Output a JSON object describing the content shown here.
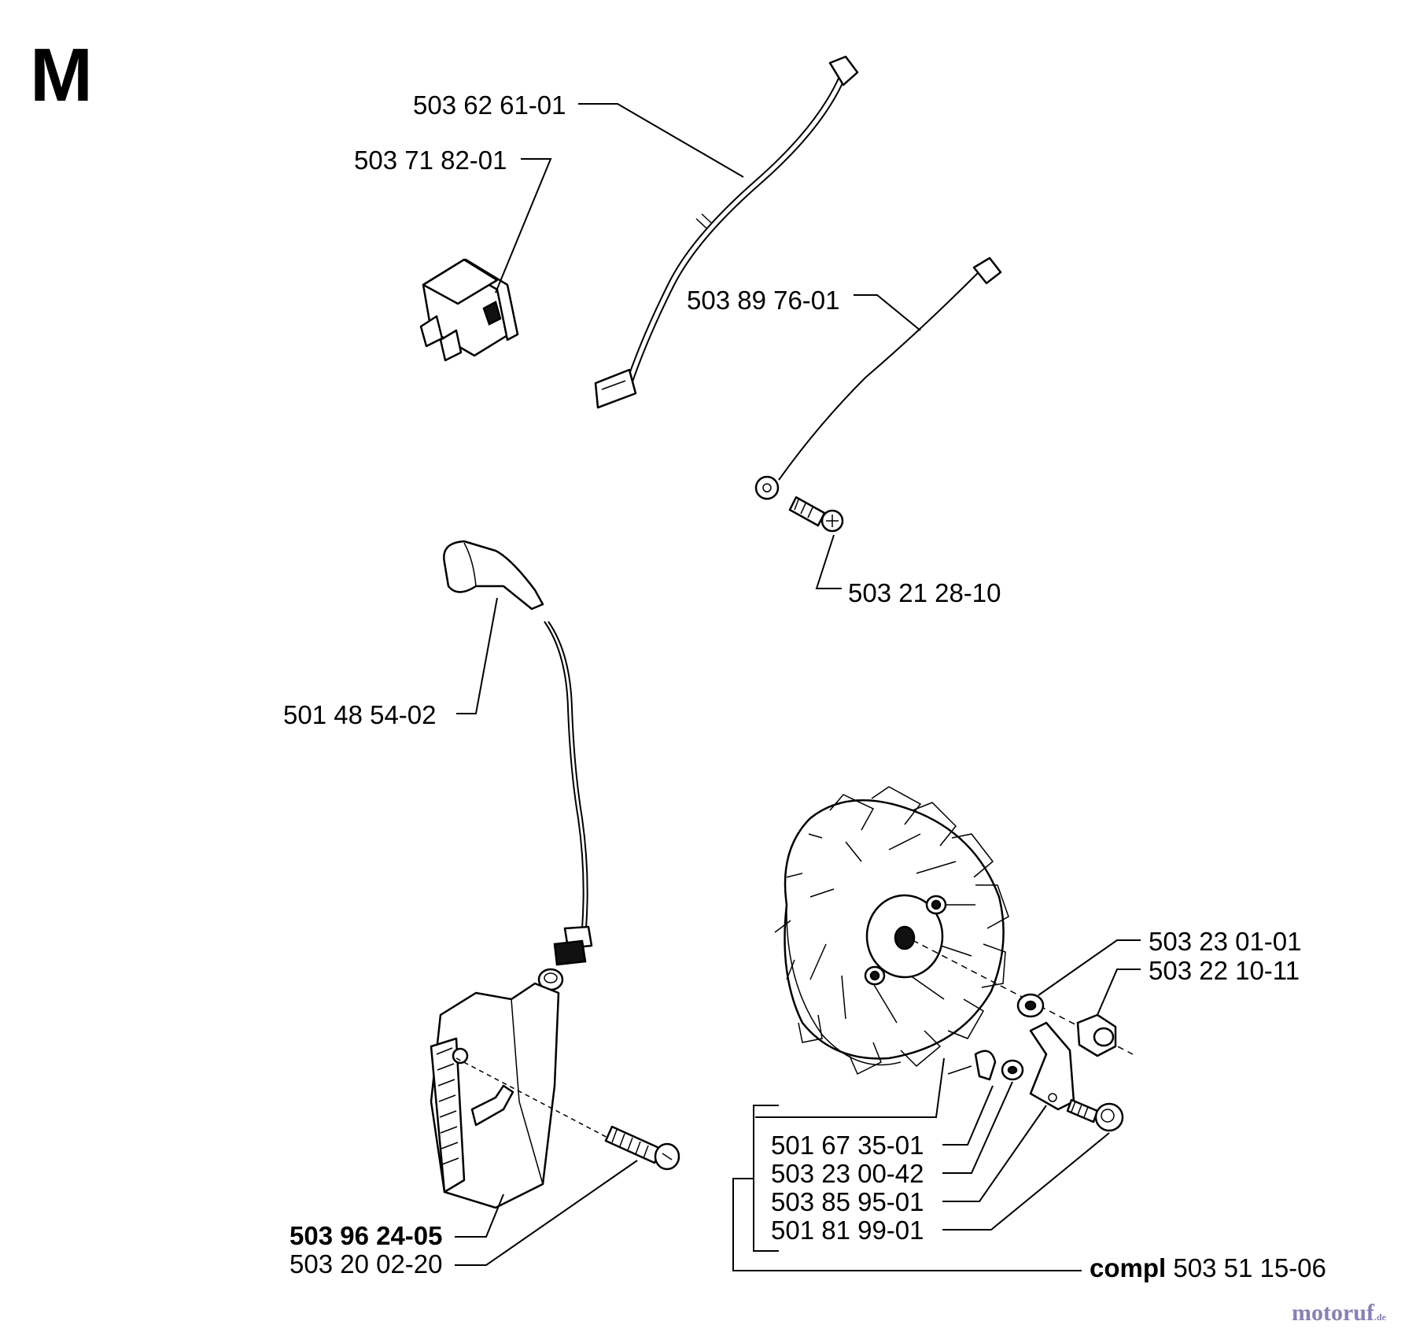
{
  "section_letter": "M",
  "parts": {
    "wire_upper": "503 62 61-01",
    "switch": "503 71 82-01",
    "wire_right": "503 89 76-01",
    "screw_small": "503 21 28-10",
    "plug_cap": "501 48 54-02",
    "washer": "503 23 01-01",
    "nut": "503 22 10-11",
    "key": "501 67 35-01",
    "washer_small": "503 23 00-42",
    "pawl": "503 85 95-01",
    "pawl_screw": "501 81 99-01",
    "ignition_module": "503 96 24-05",
    "module_screw": "503 20 02-20"
  },
  "compl": {
    "prefix": "compl",
    "number": "503 51 15-06"
  },
  "watermark": "motoruf",
  "watermark_suffix": ".de",
  "colors": {
    "ink": "#000000",
    "background": "#ffffff"
  }
}
